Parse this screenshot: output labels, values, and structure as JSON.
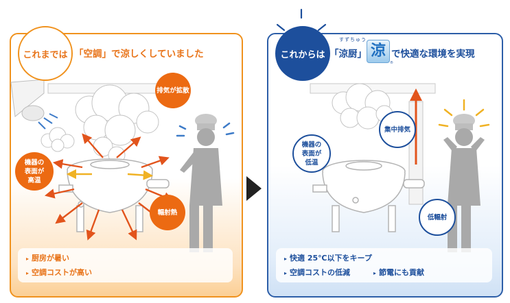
{
  "before": {
    "title": "これまでは",
    "headline": "「空調」で涼しくしていました",
    "badges": {
      "exhaust": "排気が拡散",
      "surface": "機器の\n表面が\n高温",
      "radiant": "輻射熱"
    },
    "points": [
      "厨房が暑い",
      "空調コストが高い"
    ],
    "colors": {
      "accent": "#f0921e",
      "badge": "#ec6a12",
      "heat_arrow": "#e2541c"
    }
  },
  "after": {
    "title": "これからは",
    "headline_a": "「涼厨」",
    "ruby": "すずちゅう",
    "logo_char": "涼",
    "logo_mark": "®",
    "headline_b": "で快適な環境を実現",
    "badges": {
      "central": "集中排気",
      "surface": "機器の\n表面が\n低温",
      "low_radiant": "低輻射"
    },
    "points": [
      "快適 25℃以下をキープ",
      "空調コストの低減",
      "節電にも貢献"
    ],
    "colors": {
      "accent": "#2c5ea8",
      "title_bg": "#1d4f9c"
    }
  },
  "bullet": "▸"
}
